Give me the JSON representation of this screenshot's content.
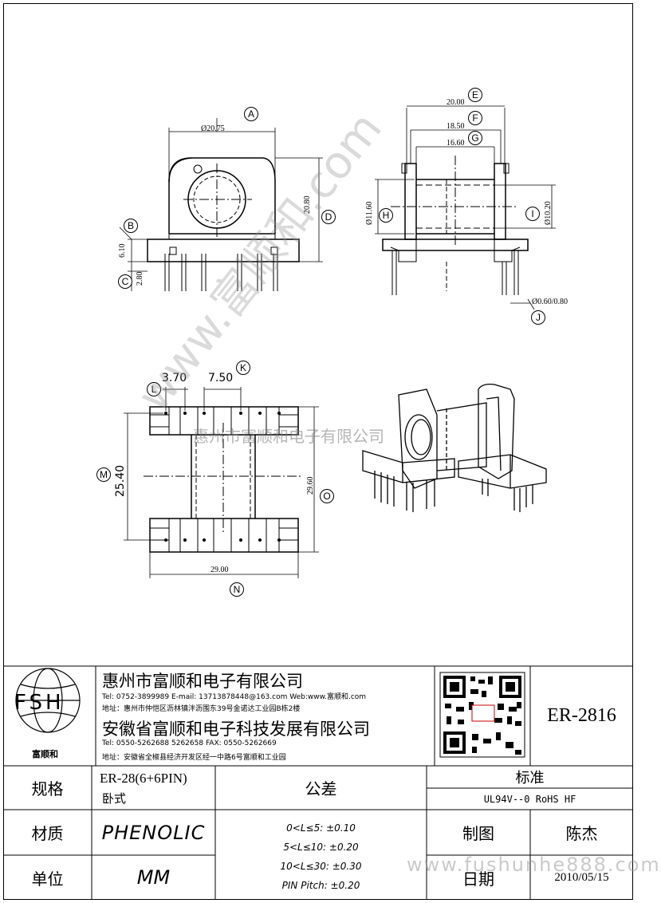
{
  "dimensions": {
    "A": "Ø20.75",
    "B": "6.10",
    "C": "2.80",
    "D": "20.80",
    "E": "20.00",
    "F": "18.50",
    "G": "16.60",
    "H": "Ø11.60",
    "I": "Ø10.20",
    "J": "Ø0.60/0.80",
    "K": "7.50",
    "L": "3.70",
    "M": "25.40",
    "N": "29.00",
    "O": "29.60"
  },
  "markers": [
    "A",
    "B",
    "C",
    "D",
    "E",
    "F",
    "G",
    "H",
    "I",
    "J",
    "K",
    "L",
    "M",
    "N",
    "O"
  ],
  "watermark": {
    "diagonal": "www.富顺和.com",
    "company_line": "惠州市富顺和电子有限公司",
    "website": "www.fushunhe888.com"
  },
  "logo": {
    "letters": "FSH",
    "caption": "富顺和"
  },
  "company1": {
    "name": "惠州市富顺和电子有限公司",
    "contact": "Tel:  0752-3899989  E-mail: 13713878448@163.com  Web:www.富顺和.com",
    "address": "地址：惠州市仲恺区沥林镇泮沥围东39号金诺达工业园B栋2楼"
  },
  "company2": {
    "name": "安徽省富顺和电子科技发展有限公司",
    "contact": "Tel:  0550-5262688  5262658      FAX: 0550-5262669",
    "address": "地址：安徽省全椒县经济开发区经一中路6号富顺和工业园"
  },
  "part_number": "ER-2816",
  "table": {
    "spec_label": "规格",
    "spec_value_1": "ER-28(6+6PIN)",
    "spec_value_2": "卧式",
    "tolerance_label": "公差",
    "standard_label": "标准",
    "standard_value": "UL94V--0  RoHS HF",
    "material_label": "材质",
    "material_value": "PHENOLIC",
    "unit_label": "单位",
    "unit_value": "MM",
    "tolerances": [
      "0<L≤5: ±0.10",
      "5<L≤10: ±0.20",
      "10<L≤30: ±0.30",
      "PIN Pitch: ±0.20"
    ],
    "drawn_label": "制图",
    "drawn_value": "陈杰",
    "date_label": "日期",
    "date_value": "2010/05/15"
  }
}
